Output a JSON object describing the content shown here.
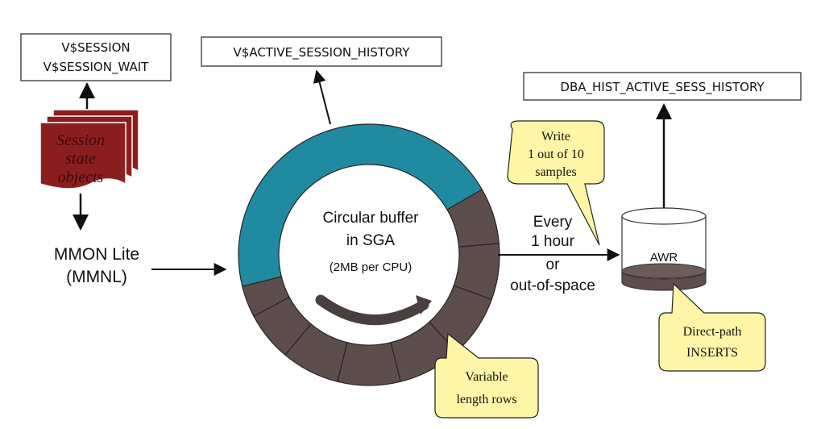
{
  "colors": {
    "ring_teal": "#1f8aa0",
    "ring_brown": "#5e4d4d",
    "session_objects": "#8b1f1f",
    "callout_fill": "#fff5a6",
    "awr_band": "#5e4d4d"
  },
  "labels": {
    "session_box_line1": "V$SESSION",
    "session_box_line2": "V$SESSION_WAIT",
    "ash_box": "V$ACTIVE_SESSION_HISTORY",
    "dba_hist_box": "DBA_HIST_ACTIVE_SESS_HISTORY",
    "session_objects_line1": "Session",
    "session_objects_line2": "state",
    "session_objects_line3": "objects",
    "mmon_line1": "MMON Lite",
    "mmon_line2": "(MMNL)",
    "buffer_line1": "Circular buffer",
    "buffer_line2": "in SGA",
    "buffer_line3": "(2MB per CPU)",
    "every_line1": "Every",
    "every_line2": "1 hour",
    "every_line3": "or",
    "every_line4": "out-of-space",
    "write_line1": "Write",
    "write_line2": "1 out of 10",
    "write_line3": "samples",
    "awr": "AWR",
    "direct_line1": "Direct-path",
    "direct_line2": "INSERTS",
    "variable_line1": "Variable",
    "variable_line2": "length rows"
  },
  "icons": {
    "ring": "circular-buffer-ring",
    "rotation_arrow": "rotation-arrow-icon",
    "database": "database-cylinder-icon",
    "document_stack": "document-stack-icon"
  }
}
